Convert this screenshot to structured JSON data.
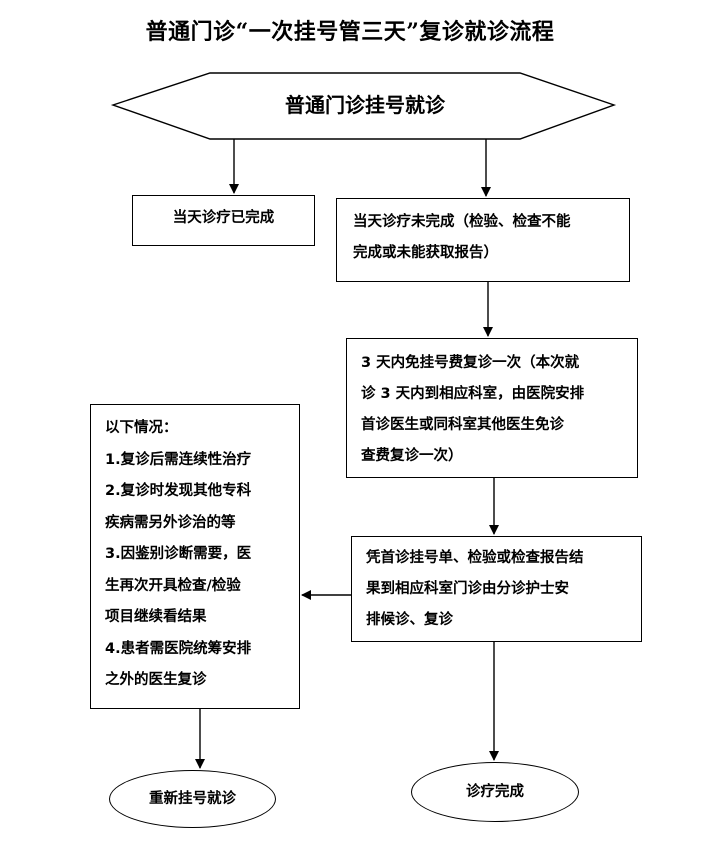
{
  "title": "普通门诊“一次挂号管三天”复诊就诊流程",
  "start": "普通门诊挂号就诊",
  "box_completed": "当天诊疗已完成",
  "box_not_completed": [
    "当天诊疗未完成（检验、检查不能",
    "完成或未能获取报告）"
  ],
  "box_free_revisit": [
    "3 天内免挂号费复诊一次（本次就",
    "诊 3 天内到相应科室，由医院安排",
    "首诊医生或同科室其他医生免诊",
    "查费复诊一次）"
  ],
  "box_conditions": [
    "以下情况：",
    "1.复诊后需连续性治疗",
    "2.复诊时发现其他专科",
    "疾病需另外诊治的等",
    "3.因鉴别诊断需要，医",
    "生再次开具检查/检验",
    "项目继续看结果",
    "4.患者需医院统筹安排",
    "之外的医生复诊"
  ],
  "box_bring_reports": [
    "凭首诊挂号单、检验或检查报告结",
    "果到相应科室门诊由分诊护士安",
    "排候诊、复诊"
  ],
  "end_reregister": "重新挂号就诊",
  "end_done": "诊疗完成"
}
